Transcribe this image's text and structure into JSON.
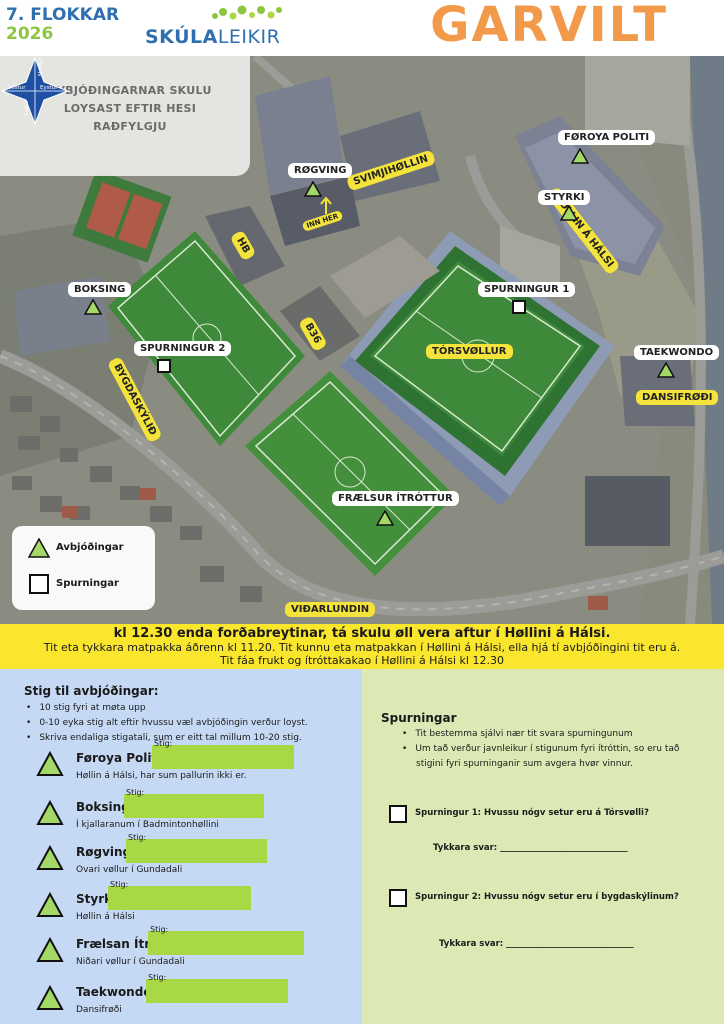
{
  "header": {
    "grade": "7. FLOKKAR",
    "year": "2026",
    "logo_part1": "SKÚLA",
    "logo_part2": "LEIKIR",
    "brand": "GARVILT"
  },
  "map": {
    "intro": "AVBJÓÐINGARNAR SKULU LOYSAST EFTIR HESI RAÐFYLGJU",
    "labels": {
      "rogving": "RØGVING",
      "svimjihollin": "SVIMJIHØLLIN",
      "inn_her": "INN HER",
      "foroya_politi": "FØROYA POLITI",
      "hollin_a_halsi": "HØLLIN Á HÁLSI",
      "styrki": "STYRKI",
      "hb": "HB",
      "boksing": "BOKSING",
      "b36": "B36",
      "spurningur1": "SPURNINGUR 1",
      "spurningur2": "SPURNINGUR 2",
      "torsvollur": "TÓRSVØLLUR",
      "bygdaskylid": "BYGDASKÝLIÐ",
      "taekwondo": "TAEKWONDO",
      "dansifrodi": "DANSIFRØÐI",
      "fraelsur": "FRÆLSUR ÍTRÓTTUR",
      "vidarlundin": "VIÐARLUNDIN"
    },
    "legend": {
      "triangle": "Avbjóðingar",
      "square": "Spurningar"
    },
    "compass": {
      "north": "Norður",
      "south": "Suður",
      "east": "Eystur",
      "west": "Vestur"
    },
    "colors": {
      "pitch": "#3e8a3a",
      "pitch_line": "#d8e9d2",
      "roof_blue": "#7a8aa8",
      "label_yellow": "#f3e33a",
      "marker_green": "#a4d867"
    }
  },
  "notice": {
    "line1": "kl 12.30 enda forðabreytinar, tá skulu øll vera aftur í Høllini á Hálsi.",
    "line2": "Tit eta tykkara matpakka áðrenn kl 11.20. Tit kunnu eta matpakkan í Høllini á Hálsi, ella hjá tí avbjóðingini tit eru á.",
    "line3": "Tit fáa frukt og ítróttakakao í Høllini á Hálsi kl 12.30"
  },
  "left_panel": {
    "title": "Stig til avbjóðingar:",
    "bullets": [
      "10 stig fyri at møta upp",
      "0-10 eyka stig alt eftir hvussu væl avbjóðingin verður loyst.",
      "Skriva endaliga stigatali, sum er eitt tal millum 10-20 stig."
    ],
    "field_label": "Stig:",
    "activities": [
      {
        "name": "Føroya Politi:",
        "desc": "Høllin á Hálsi, har sum pallurin ikki er."
      },
      {
        "name": "Boksing:",
        "desc": "Í kjallaranum í Badmintonhøllini"
      },
      {
        "name": "Røgving:",
        "desc": "Ovari vøllur í Gundadali"
      },
      {
        "name": "Styrki:",
        "desc": "Høllin á Hálsi"
      },
      {
        "name": "Frælsan Ítrótt:",
        "desc": "Niðari vøllur í Gundadali"
      },
      {
        "name": "Taekwondo:",
        "desc": "Dansifrøði"
      }
    ]
  },
  "right_panel": {
    "title": "Spurningar",
    "bullets": [
      "Tit bestemma sjálvi nær tit svara spurningunum",
      "Um tað verður javnleikur í stigunum fyri ítróttin, so eru tað stigini fyri spurninganir sum avgera hvør vinnur."
    ],
    "questions": [
      {
        "text": "Spurningur 1: Hvussu nógv setur eru á Tórsvølli?",
        "answer": "Tykkara svar: ______________________________"
      },
      {
        "text": "Spurningur 2: Hvussu nógv setur eru í bygdaskýlinum?",
        "answer": "Tykkara svar: ______________________________"
      }
    ]
  }
}
